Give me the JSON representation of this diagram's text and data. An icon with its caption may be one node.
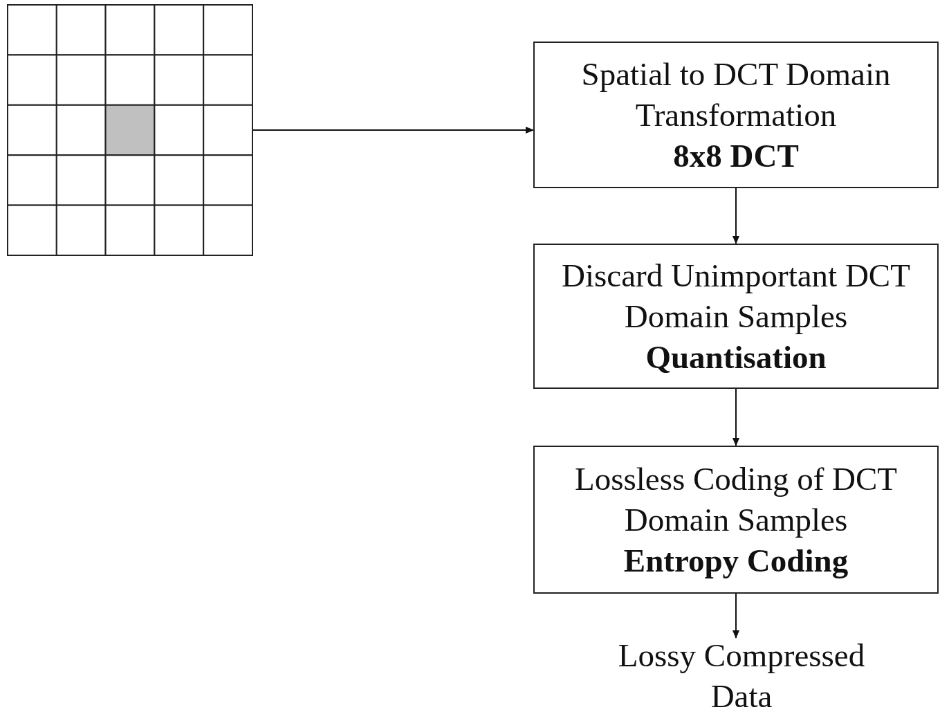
{
  "diagram": {
    "nodes": [
      {
        "text": [],
        "shape": "grid"
      },
      {
        "text": [
          "Spatial to DCT Domain Transformation",
          "8x8 DCT"
        ]
      },
      {
        "text": [
          "Discard Unimportant DCT Domain Samples",
          "Quantisation"
        ]
      },
      {
        "text": [
          "Lossless Coding of DCT Domain Samples",
          "Entropy Coding"
        ]
      },
      {
        "text": [
          "Lossy Compressed Data"
        ]
      }
    ],
    "edges": [
      {
        "from": 0,
        "to": 1,
        "arrow": "to"
      },
      {
        "from": 1,
        "to": 2,
        "arrow": "to"
      },
      {
        "from": 2,
        "to": 3,
        "arrow": "to"
      },
      {
        "from": 3,
        "to": 4,
        "arrow": "to"
      }
    ]
  }
}
